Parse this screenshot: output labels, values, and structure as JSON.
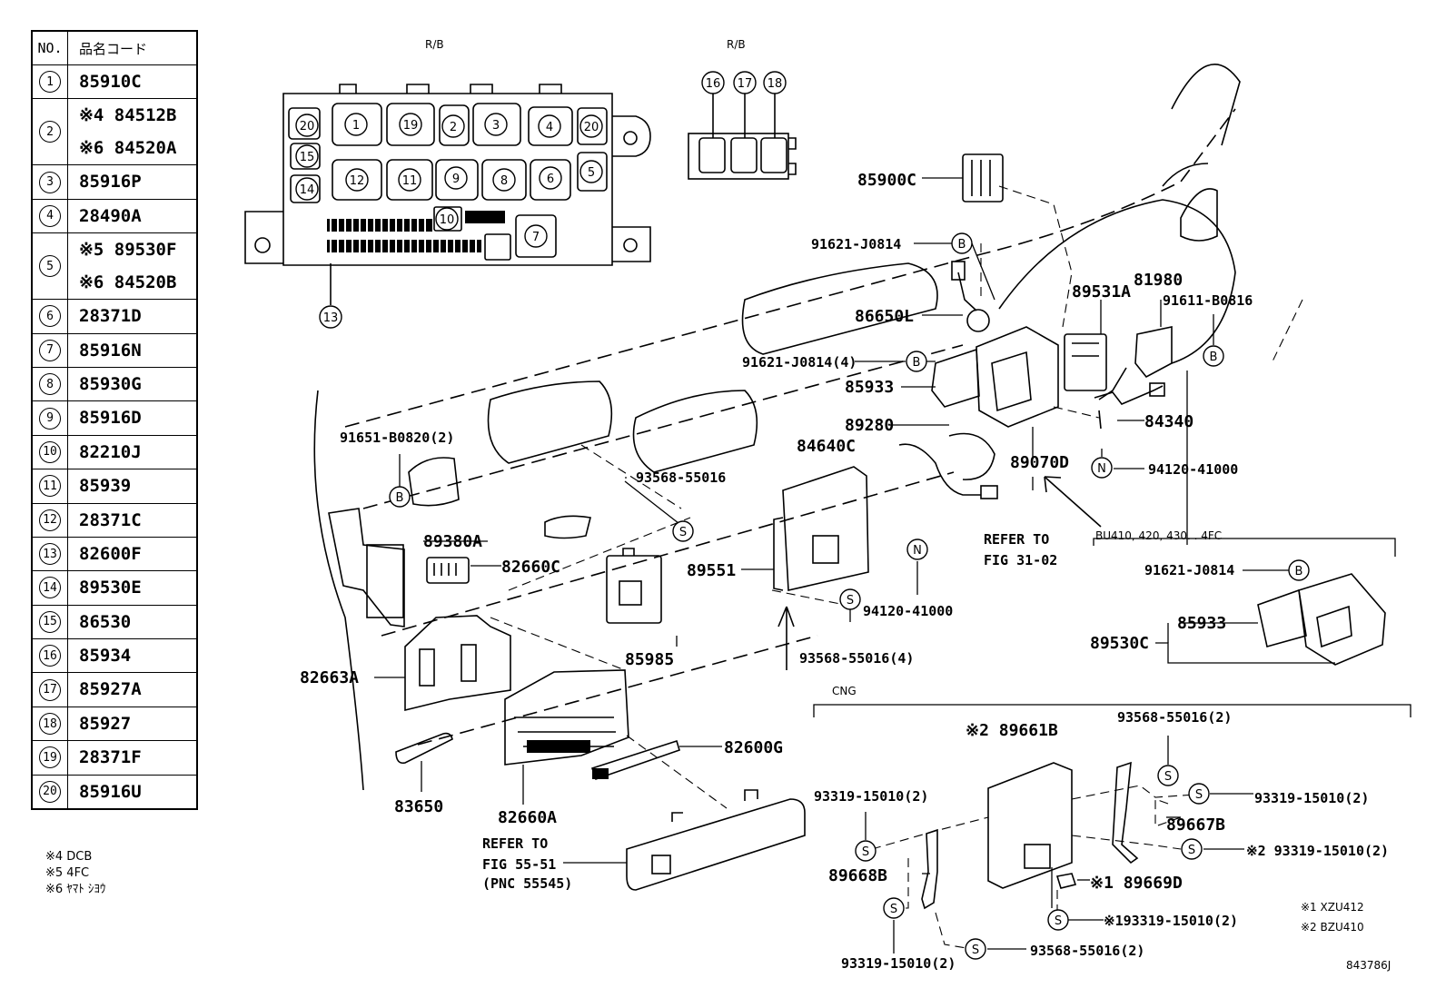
{
  "table": {
    "headers": {
      "no": "NO.",
      "code": "品名コード"
    },
    "rows": [
      {
        "no": "1",
        "codes": [
          "85910C"
        ]
      },
      {
        "no": "2",
        "codes": [
          "※4 84512B",
          "※6 84520A"
        ]
      },
      {
        "no": "3",
        "codes": [
          "85916P"
        ]
      },
      {
        "no": "4",
        "codes": [
          "28490A"
        ]
      },
      {
        "no": "5",
        "codes": [
          "※5 89530F",
          "※6 84520B"
        ]
      },
      {
        "no": "6",
        "codes": [
          "28371D"
        ]
      },
      {
        "no": "7",
        "codes": [
          "85916N"
        ]
      },
      {
        "no": "8",
        "codes": [
          "85930G"
        ]
      },
      {
        "no": "9",
        "codes": [
          "85916D"
        ]
      },
      {
        "no": "10",
        "codes": [
          "82210J"
        ]
      },
      {
        "no": "11",
        "codes": [
          "85939"
        ]
      },
      {
        "no": "12",
        "codes": [
          "28371C"
        ]
      },
      {
        "no": "13",
        "codes": [
          "82600F"
        ]
      },
      {
        "no": "14",
        "codes": [
          "89530E"
        ]
      },
      {
        "no": "15",
        "codes": [
          "86530"
        ]
      },
      {
        "no": "16",
        "codes": [
          "85934"
        ]
      },
      {
        "no": "17",
        "codes": [
          "85927A"
        ]
      },
      {
        "no": "18",
        "codes": [
          "85927"
        ]
      },
      {
        "no": "19",
        "codes": [
          "28371F"
        ]
      },
      {
        "no": "20",
        "codes": [
          "85916U"
        ]
      }
    ]
  },
  "notes": [
    "※4 DCB",
    "※5 4FC",
    "※6 ﾔﾏﾄ ｼﾖｳ"
  ],
  "rb": {
    "title_left": "R/B",
    "title_right": "R/B",
    "slots_right": [
      "16",
      "17",
      "18"
    ]
  },
  "labels": {
    "p85900C": "85900C",
    "p91621_1": "91621-J0814",
    "p86650L": "86650L",
    "p89531A": "89531A",
    "p81980": "81980",
    "p91611": "91611-B0816",
    "p91621_4": "91621-J0814(4)",
    "p85933": "85933",
    "p84340": "84340",
    "p89280": "89280",
    "p84640C": "84640C",
    "p89070D": "89070D",
    "p94120_a": "94120-41000",
    "p91651": "91651-B0820(2)",
    "p93568_a": "93568-55016",
    "p89380A": "89380A",
    "p82660C": "82660C",
    "p89551": "89551",
    "p94120_b": "94120-41000",
    "p93568_b": "93568-55016(4)",
    "p85985": "85985",
    "p82663A": "82663A",
    "p82600G": "82600G",
    "p83650": "83650",
    "p82660A": "82660A",
    "refer1": [
      "REFER TO",
      "FIG 31-02"
    ],
    "refer2": [
      "REFER TO",
      "FIG 55-51",
      "(PNC 55545)"
    ],
    "bu": "BU410, 420, 430. . 4FC",
    "bu_91621": "91621-J0814",
    "bu_85933": "85933",
    "bu_89530C": "89530C",
    "cng": "CNG",
    "c_93568_top": "93568-55016(2)",
    "c_89661B": "※2 89661B",
    "c_93319_r1": "93319-15010(2)",
    "c_93319_l": "93319-15010(2)",
    "c_89667B": "89667B",
    "c_93319_r2": "※2 93319-15010(2)",
    "c_89668B": "89668B",
    "c_89669D": "※1 89669D",
    "c_93319_m": "※193319-15010(2)",
    "c_93319_b": "93319-15010(2)",
    "c_93568_b": "93568-55016(2)",
    "cng_notes": [
      "※1 XZU412",
      "※2 BZU410"
    ],
    "figure_no": "843786J"
  }
}
